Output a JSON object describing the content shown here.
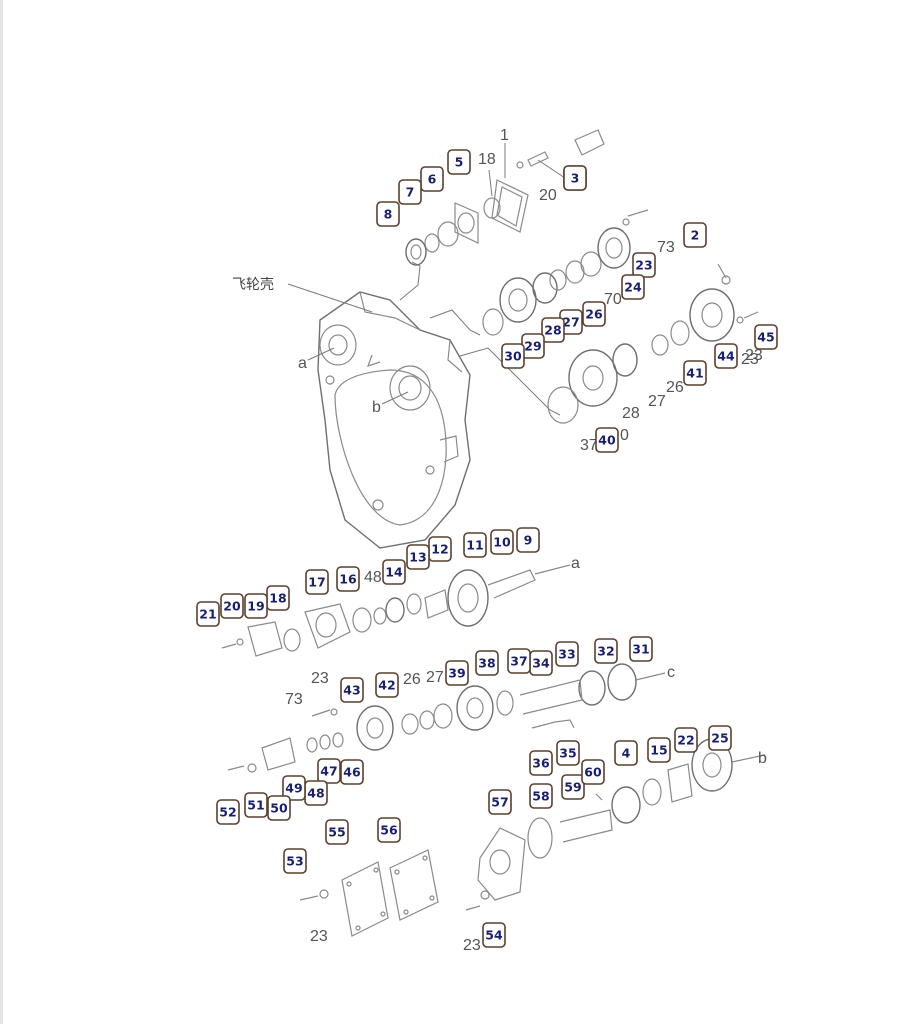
{
  "diagram": {
    "housing_label": "飞轮壳",
    "housing_refs": [
      "a",
      "b"
    ],
    "shaft_refs": [
      "a",
      "c",
      "b"
    ],
    "callouts": [
      "1",
      "2",
      "3",
      "4",
      "5",
      "6",
      "7",
      "8",
      "9",
      "10",
      "11",
      "12",
      "13",
      "14",
      "15",
      "16",
      "17",
      "18",
      "19",
      "20",
      "21",
      "22",
      "23",
      "24",
      "25",
      "26",
      "27",
      "28",
      "29",
      "30",
      "31",
      "32",
      "33",
      "34",
      "35",
      "36",
      "37",
      "38",
      "39",
      "40",
      "41",
      "42",
      "43",
      "44",
      "45",
      "46",
      "47",
      "48",
      "49",
      "50",
      "51",
      "52",
      "53",
      "54",
      "55",
      "56",
      "57",
      "58",
      "59",
      "60"
    ],
    "plain_numbers": [
      "1",
      "18",
      "20",
      "73",
      "70",
      "23",
      "27",
      "26",
      "28",
      "37",
      "0",
      "48",
      "23",
      "73",
      "26",
      "27",
      "23",
      "23",
      "23"
    ]
  },
  "colors": {
    "callout_border": "#5a3f2f",
    "callout_text": "#1a1f6b",
    "line_art": "#8a8a8a"
  }
}
